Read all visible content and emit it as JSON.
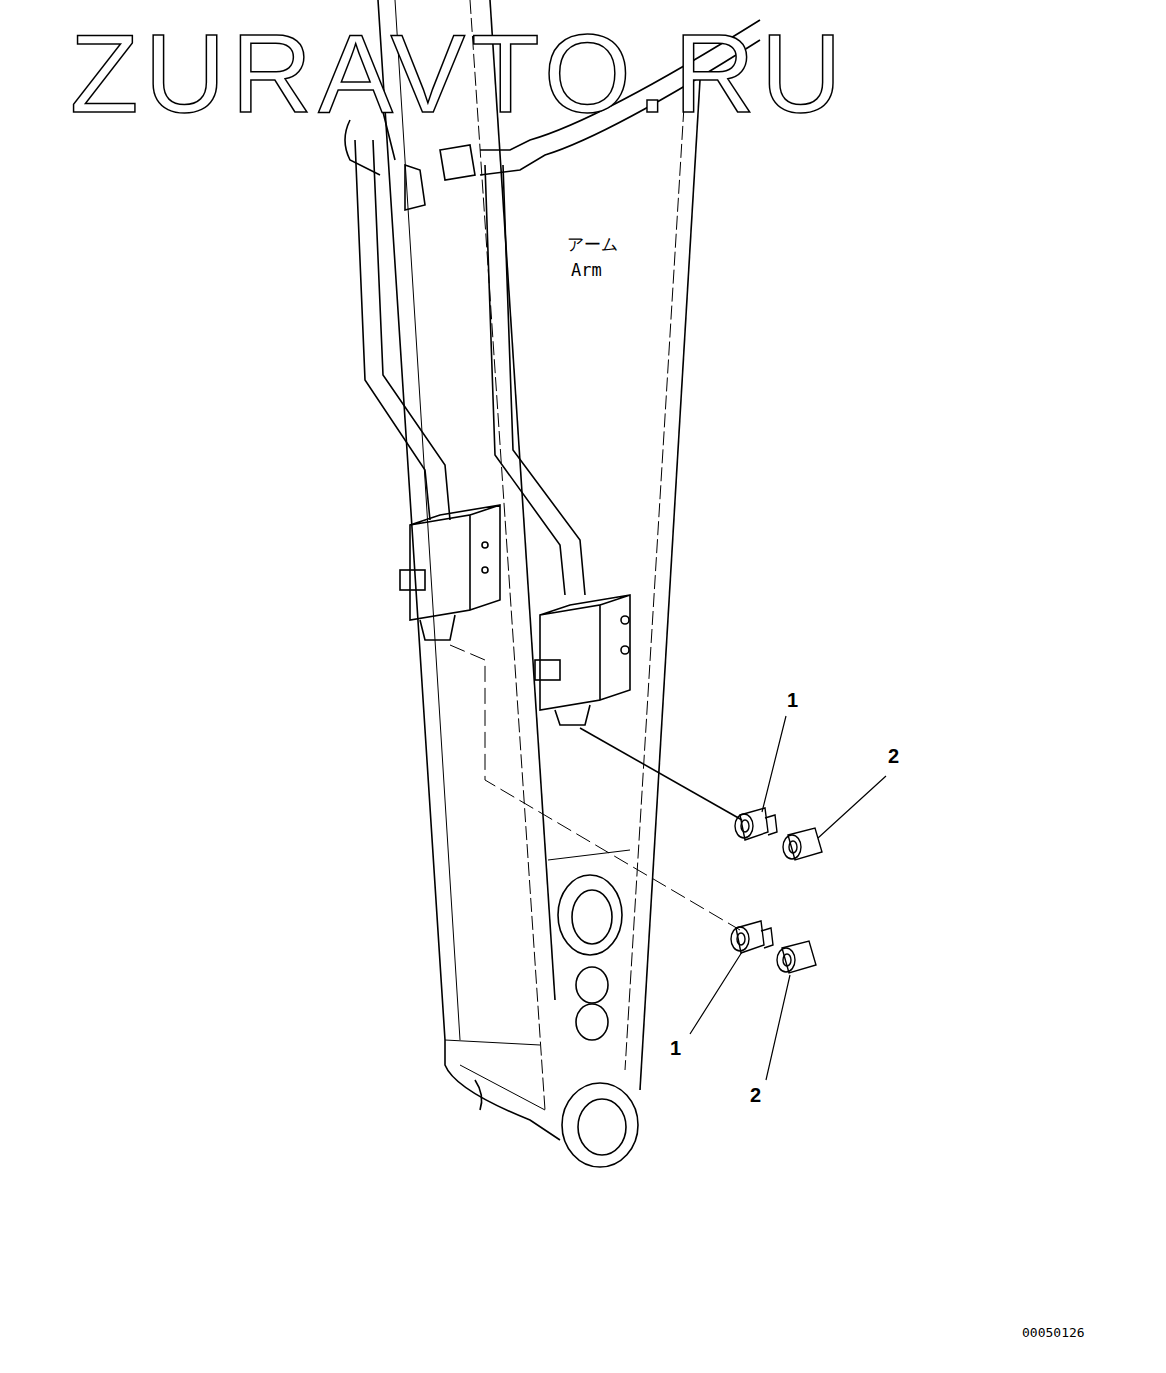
{
  "diagram": {
    "labels": [
      "ZURAVTO.RU",
      "アーム",
      "Arm",
      "1",
      "2",
      "1",
      "2",
      "00050126"
    ]
  }
}
